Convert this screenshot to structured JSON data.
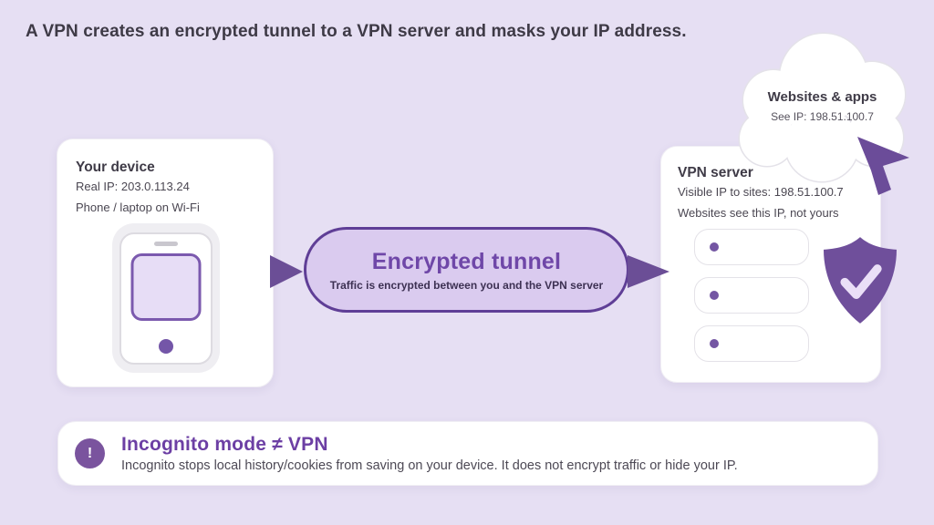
{
  "header": {
    "title": "A VPN creates an encrypted tunnel to a VPN server and masks your IP address."
  },
  "device_card": {
    "title": "Your device",
    "real_ip": "Real IP: 203.0.113.24",
    "device_type": "Phone / laptop on Wi-Fi"
  },
  "tunnel": {
    "title": "Encrypted tunnel",
    "subtitle": "Traffic is encrypted between you and the VPN server"
  },
  "server_card": {
    "title": "VPN server",
    "visible_ip": "Visible IP to sites: 198.51.100.7",
    "note": "Websites see this IP, not yours",
    "row_count": 3
  },
  "cloud": {
    "title": "Websites & apps",
    "ip_line": "See IP: 198.51.100.7"
  },
  "banner": {
    "icon_glyph": "!",
    "title": "Incognito mode ≠ VPN",
    "body": "Incognito stops local history/cookies from saving on your device. It does not encrypt traffic or hide your IP."
  },
  "colors": {
    "background": "#E6DFF3",
    "accent_purple": "#6B4E96",
    "tunnel_border": "#5F3E96",
    "tunnel_fill": "#DACBEF",
    "tunnel_title": "#6F47A8",
    "banner_title": "#6C3FA4",
    "heading_text": "#3F3B47",
    "body_text": "#4B4752"
  }
}
